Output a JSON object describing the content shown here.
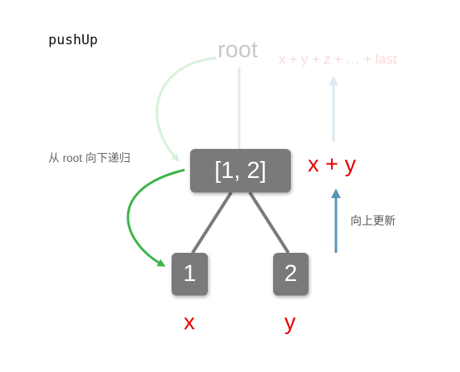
{
  "title": "pushUp",
  "root_label": "root",
  "sum_label": "x + y + z + … + last",
  "recurse_label": "从 root 向下递归",
  "update_label": "向上更新",
  "nodes": {
    "parent": "[1, 2]",
    "left": "1",
    "right": "2"
  },
  "values": {
    "parent": "x + y",
    "left": "x",
    "right": "y"
  },
  "colors": {
    "node": "#7a7a7a",
    "value_text": "#e60000",
    "recurse_arrow": "#3cb44b",
    "update_arrow": "#5b93b7"
  }
}
